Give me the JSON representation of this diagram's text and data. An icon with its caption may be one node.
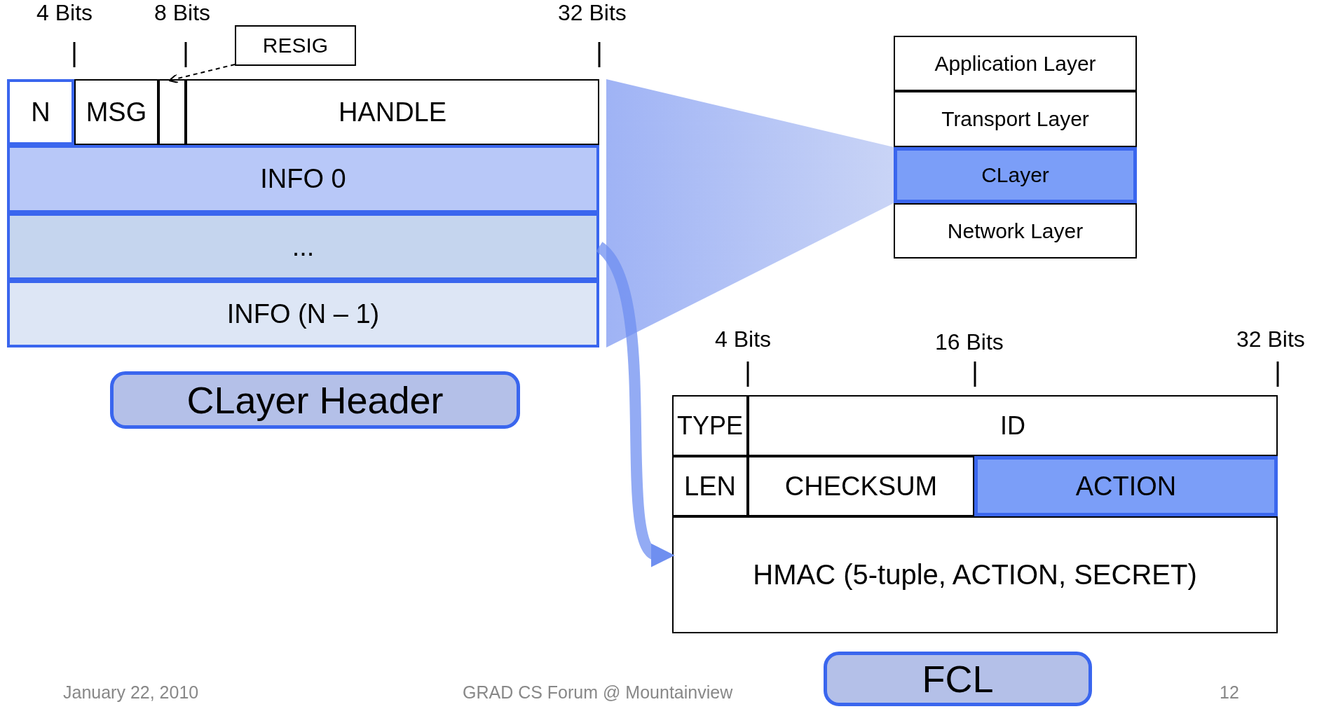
{
  "diagram": {
    "nodes": [
      {
        "text": [
          "N"
        ]
      },
      {
        "text": [
          "MSG"
        ]
      },
      {
        "text": [],
        "shape": "box"
      },
      {
        "text": [
          "HANDLE"
        ]
      },
      {
        "text": [
          "INFO 0"
        ]
      },
      {
        "text": [
          "..."
        ]
      },
      {
        "text": [
          "INFO (N – 1)"
        ]
      },
      {
        "text": [
          "RESIG"
        ]
      },
      {
        "text": [
          "CLayer Header"
        ]
      },
      {
        "text": [
          "Application Layer"
        ]
      },
      {
        "text": [
          "Transport Layer"
        ]
      },
      {
        "text": [
          "CLayer"
        ]
      },
      {
        "text": [
          "Network Layer"
        ]
      },
      {
        "text": [
          "TYPE"
        ]
      },
      {
        "text": [
          "ID"
        ]
      },
      {
        "text": [
          "LEN"
        ]
      },
      {
        "text": [
          "CHECKSUM"
        ]
      },
      {
        "text": [
          "ACTION"
        ]
      },
      {
        "text": [
          "HMAC (5-tuple, ACTION, SECRET)"
        ]
      },
      {
        "text": [
          "FCL"
        ]
      }
    ],
    "edges": [
      {
        "from": 7,
        "to": 2,
        "arrow": "to",
        "style": "dashed"
      },
      {
        "from": 5,
        "to": 18,
        "arrow": "to",
        "style": "thick",
        "color": "#6f8ff0"
      }
    ],
    "labels": [
      "4 Bits",
      "8 Bits",
      "32 Bits",
      "4 Bits",
      "16 Bits",
      "32 Bits",
      "January 22, 2010",
      "GRAD CS Forum @ Mountainview",
      "12"
    ]
  }
}
